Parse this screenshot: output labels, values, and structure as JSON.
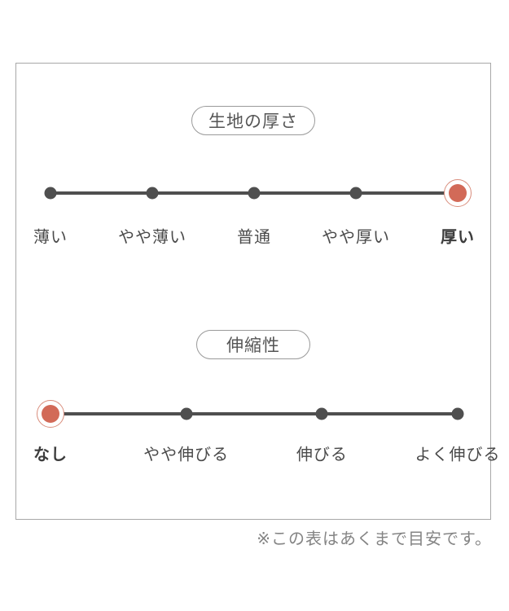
{
  "page": {
    "note": "※この表はあくまで目安です。"
  },
  "colors": {
    "accent": "#d26a58",
    "accent_ring": "#d98d7c",
    "line": "#4f4f4f",
    "text": "#4a4a4a",
    "muted_text": "#848484",
    "box_border": "#a8a8a8",
    "pill_border": "#9a9a9a"
  },
  "chart_data": [
    {
      "type": "line",
      "subtype": "rating-scale",
      "title": "生地の厚さ",
      "categories": [
        "薄い",
        "やや薄い",
        "普通",
        "やや厚い",
        "厚い"
      ],
      "selected": "厚い",
      "selected_index": 4,
      "num_points": 5,
      "marker_color": "#d26a58",
      "legend": "none",
      "grid": false
    },
    {
      "type": "line",
      "subtype": "rating-scale",
      "title": "伸縮性",
      "categories": [
        "なし",
        "やや伸びる",
        "伸びる",
        "よく伸びる"
      ],
      "selected": "なし",
      "selected_index": 0,
      "num_points": 4,
      "marker_color": "#d26a58",
      "legend": "none",
      "grid": false
    }
  ]
}
